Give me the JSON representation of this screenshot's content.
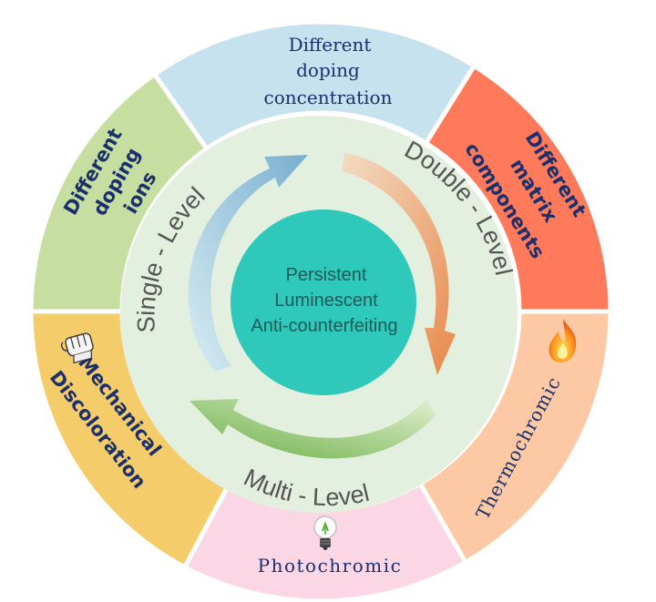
{
  "center": {
    "lines": [
      "Persistent",
      "Luminescent",
      "Anti-counterfeiting"
    ]
  },
  "levels": {
    "single": "Single - Level",
    "double": "Double - Level",
    "multi": "Multi - Level"
  },
  "segments": {
    "doping_concentration": [
      "Different",
      "doping",
      "concentration"
    ],
    "matrix_components": [
      "Different",
      "matrix",
      "components"
    ],
    "thermochromic": "Thermochromic",
    "photochromic": "Photochromic",
    "mechanical": [
      "Mechanical",
      "Discoloration"
    ],
    "doping_ions": [
      "Different",
      "doping",
      "ions"
    ]
  },
  "colors": {
    "doping_concentration": "#c5e2ee",
    "matrix_components": "#ff7a5a",
    "thermochromic": "#fcc9a4",
    "photochromic": "#fbd7e6",
    "mechanical": "#f4cd6a",
    "doping_ions": "#c6dea0",
    "inner_ring": "#e4f0df",
    "center": "#2ec9bb",
    "navy": "#1a2f6b",
    "level_text": "#3a3a3a"
  },
  "icons": [
    "flame-icon",
    "bulb-icon",
    "fist-icon"
  ]
}
